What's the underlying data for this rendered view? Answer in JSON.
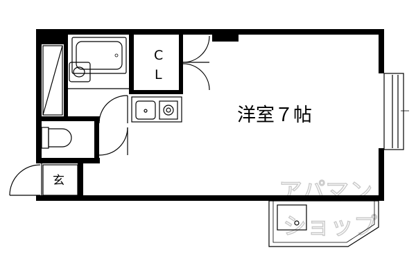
{
  "labels": {
    "room": "洋室７帖",
    "closet_c": "C",
    "closet_l": "L",
    "entrance": "玄"
  },
  "watermark": {
    "line1": "アパマン",
    "line2": "ショップ"
  },
  "colors": {
    "wall": "#000000",
    "watermark": "#c9c9c9",
    "background": "#ffffff"
  }
}
